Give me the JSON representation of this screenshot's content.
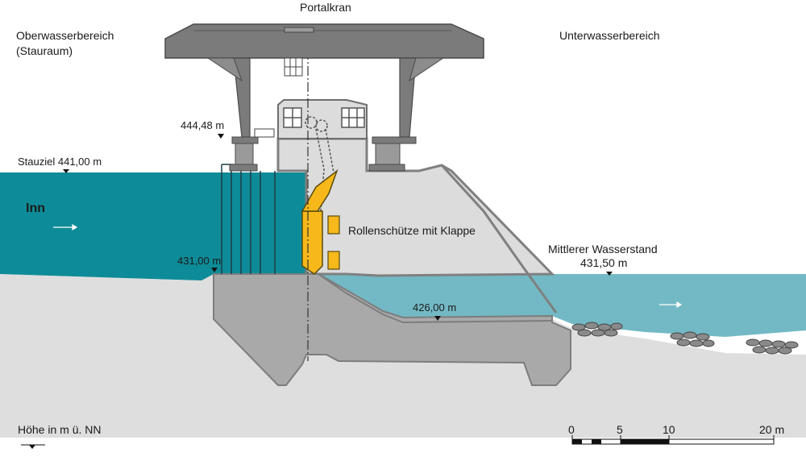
{
  "labels": {
    "portal_crane": "Portalkran",
    "upstream_line1": "Oberwasserbereich",
    "upstream_line2": "(Stauraum)",
    "downstream": "Unterwasserbereich",
    "river": "Inn",
    "gate": "Rollenschütze mit Klappe",
    "mean_water_line1": "Mittlerer Wasserstand",
    "mean_water_line2": "431,50 m"
  },
  "elevations": {
    "crane_rail": "444,48 m",
    "storage_target": "Stauziel 441,00 m",
    "weir_sill": "431,00 m",
    "stilling_basin": "426,00 m"
  },
  "legend": {
    "height_note": "Höhe in m ü. NN"
  },
  "scale_bar": {
    "ticks": [
      "0",
      "5",
      "10",
      "20 m"
    ]
  },
  "colors": {
    "upstream_water": "#0e8b98",
    "downstream_water": "#73b9c5",
    "concrete": "#a9a9a9",
    "pier_light": "#dcdcdc",
    "ground": "#dedede",
    "steel": "#7b7b7b",
    "gate": "#f6b81a"
  }
}
